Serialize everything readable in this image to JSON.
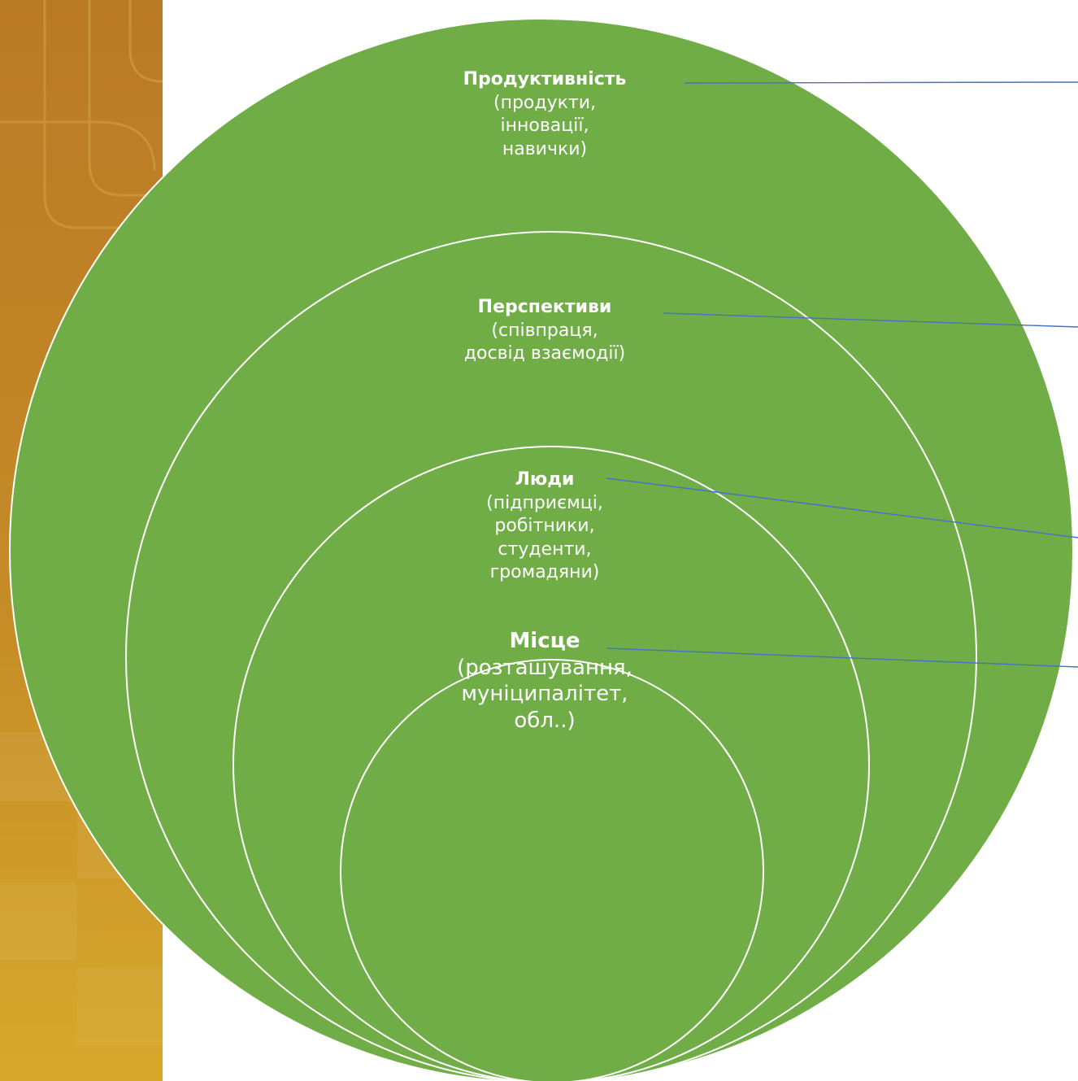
{
  "diagram": {
    "colors": {
      "circle_fill": "#70AD47",
      "circle_stroke": "#FFFFFF",
      "connector_line": "#4472C4",
      "side_band_top": "#B97A25",
      "side_band_bottom": "#D4A52A",
      "label_text": "#FFFFFF"
    },
    "levels": [
      {
        "key": "productivity",
        "title": "Продуктивність",
        "lines": [
          "(продукти,",
          "інновації,",
          "навички)"
        ]
      },
      {
        "key": "prospects",
        "title": "Перспективи",
        "lines": [
          "(співпраця,",
          "досвід взаємодії)"
        ]
      },
      {
        "key": "people",
        "title": "Люди",
        "lines": [
          "(підприємці,",
          "робітники,",
          "студенти,",
          "громадяни)"
        ]
      },
      {
        "key": "place",
        "title": "Місце",
        "lines": [
          "(розташування,",
          "муніципалітет,",
          "обл..)"
        ]
      }
    ]
  }
}
